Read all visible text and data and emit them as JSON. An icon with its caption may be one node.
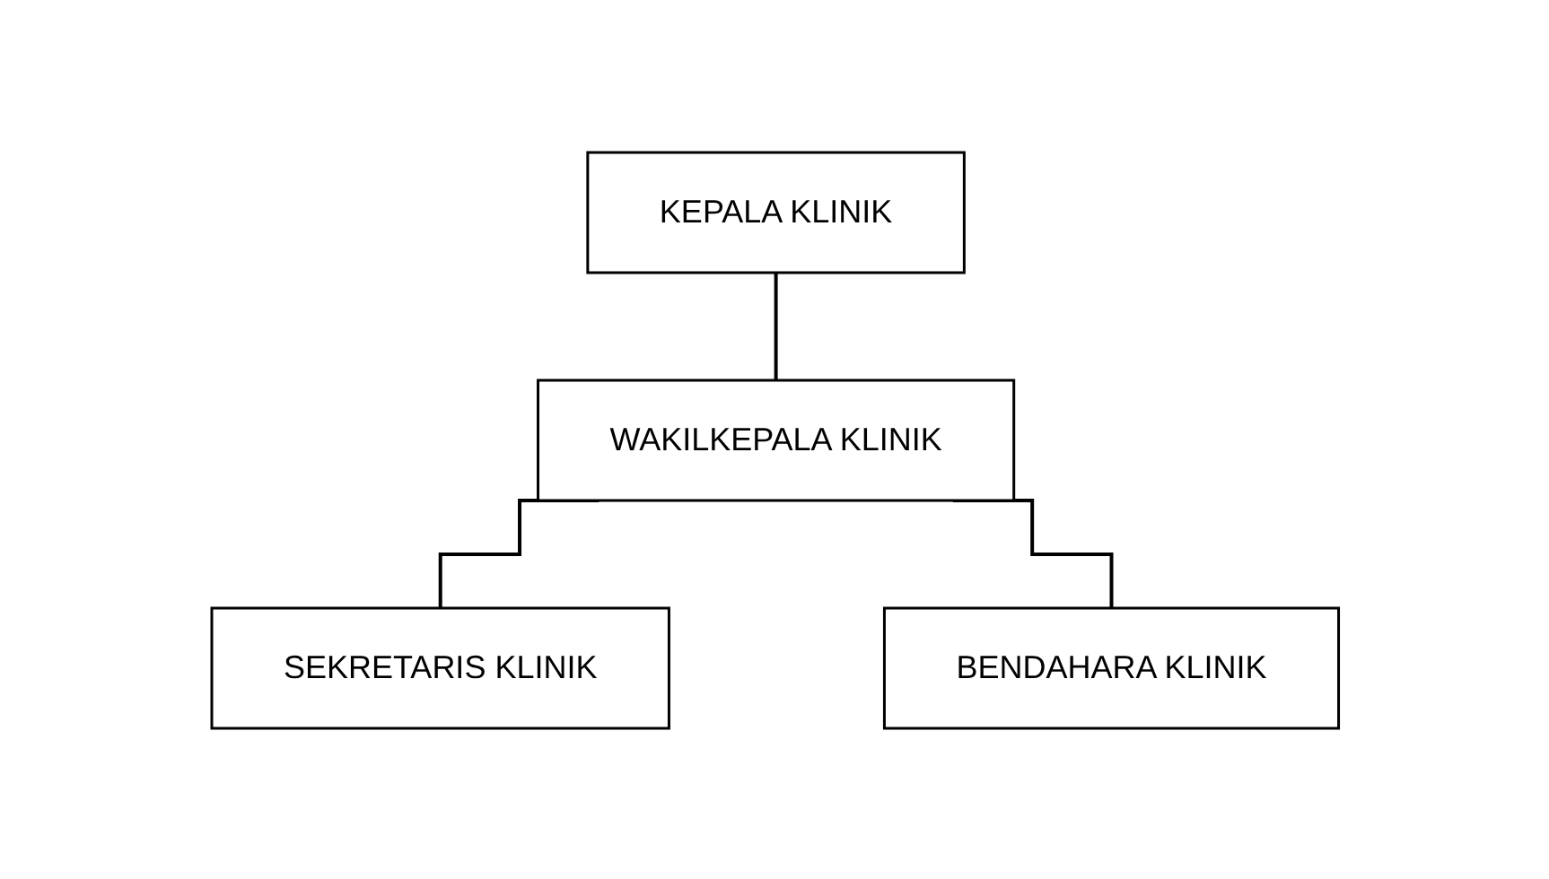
{
  "diagram": {
    "nodes": [
      {
        "text": [
          "KEPALA KLINIK"
        ]
      },
      {
        "text": [
          "WAKILKEPALA KLINIK"
        ]
      },
      {
        "text": [
          "SEKRETARIS KLINIK"
        ]
      },
      {
        "text": [
          "BENDAHARA KLINIK"
        ]
      }
    ],
    "edges": [
      {
        "from": 0,
        "to": 1,
        "arrow": "none"
      },
      {
        "from": 1,
        "to": 2,
        "arrow": "none"
      },
      {
        "from": 1,
        "to": 3,
        "arrow": "none"
      }
    ]
  }
}
